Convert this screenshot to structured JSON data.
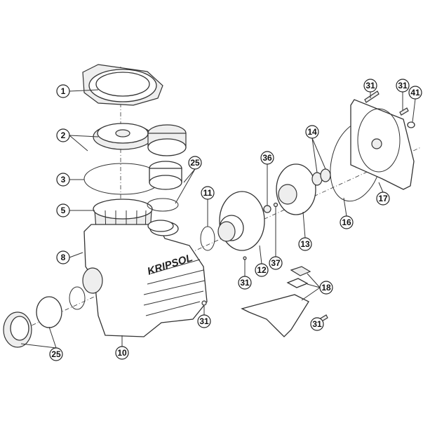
{
  "diagram": {
    "title": "Pump exploded parts diagram",
    "brand": "KRIPSOL",
    "labels": {
      "l1": "1",
      "l2": "2",
      "l3": "3",
      "l5": "5",
      "l8": "8",
      "l10": "10",
      "l25a": "25",
      "l25b": "25",
      "l11": "11",
      "l12": "12",
      "l13": "13",
      "l14": "14",
      "l16": "16",
      "l17": "17",
      "l18": "18",
      "l36": "36",
      "l37": "37",
      "l41": "41",
      "l31a": "31",
      "l31b": "31",
      "l31c": "31",
      "l31d": "31",
      "l31e": "31"
    }
  }
}
